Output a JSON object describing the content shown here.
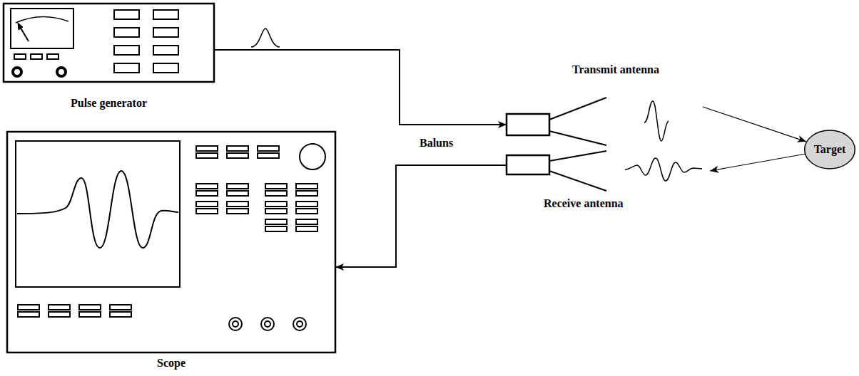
{
  "diagram": {
    "nodes": [
      {
        "text": [
          "Pulse generator"
        ]
      },
      {
        "text": [
          "Transmit antenna"
        ]
      },
      {
        "text": [
          "Target"
        ]
      },
      {
        "text": [
          "Receive antenna"
        ]
      },
      {
        "text": [
          "Scope"
        ]
      }
    ],
    "edges": [
      {
        "from": 0,
        "to": 1,
        "arrow": "to"
      },
      {
        "from": 1,
        "to": 2,
        "arrow": "to"
      },
      {
        "from": 2,
        "to": 3,
        "arrow": "to"
      },
      {
        "from": 3,
        "to": 4,
        "arrow": "to"
      }
    ],
    "labels": [
      "Baluns"
    ]
  }
}
